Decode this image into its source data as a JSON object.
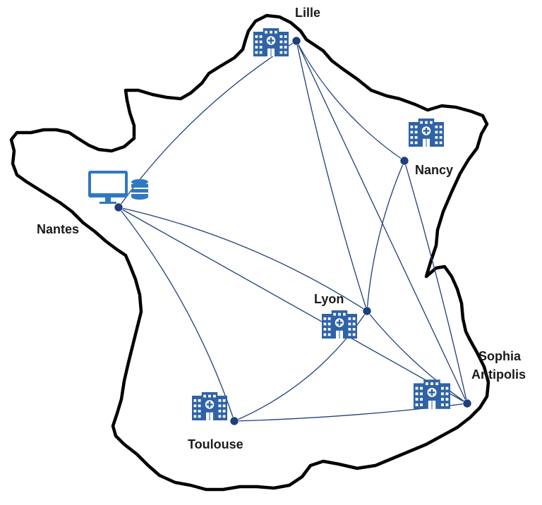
{
  "map": {
    "colors": {
      "outline": "#000000",
      "link": "#1f3f7a",
      "node": "#1f3f7a",
      "hospital": "#2f63a6",
      "computer": "#2f78c4"
    },
    "cities": [
      {
        "id": "lille",
        "label": "Lille",
        "icon": "hospital-building-icon"
      },
      {
        "id": "nancy",
        "label": "Nancy",
        "icon": "hospital-building-icon"
      },
      {
        "id": "nantes",
        "label": "Nantes",
        "icon": "computer-database-icon"
      },
      {
        "id": "lyon",
        "label": "Lyon",
        "icon": "hospital-building-icon"
      },
      {
        "id": "toulouse",
        "label": "Toulouse",
        "icon": "hospital-building-icon"
      },
      {
        "id": "sophia",
        "label_line1": "Sophia",
        "label_line2": "Antipolis",
        "icon": "hospital-building-icon"
      }
    ],
    "links": [
      [
        "lille",
        "nantes"
      ],
      [
        "lille",
        "nancy"
      ],
      [
        "lille",
        "lyon"
      ],
      [
        "lille",
        "sophia"
      ],
      [
        "nancy",
        "lyon"
      ],
      [
        "nancy",
        "sophia"
      ],
      [
        "nantes",
        "lyon"
      ],
      [
        "nantes",
        "toulouse"
      ],
      [
        "nantes",
        "sophia"
      ],
      [
        "lyon",
        "toulouse"
      ],
      [
        "lyon",
        "sophia"
      ],
      [
        "toulouse",
        "sophia"
      ]
    ]
  }
}
